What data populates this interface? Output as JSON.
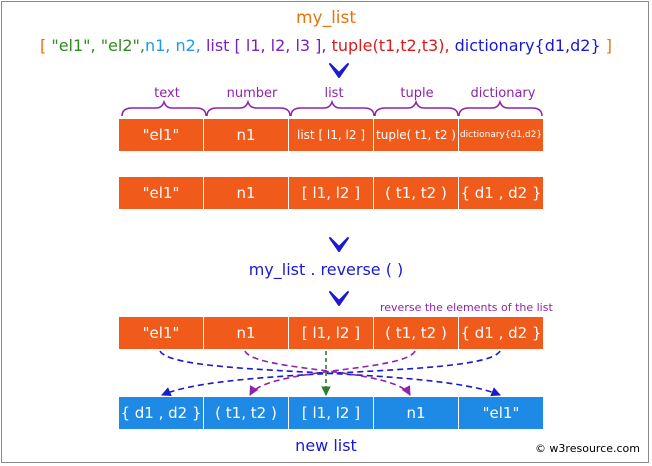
{
  "title": "my_list",
  "declaration": [
    {
      "text": "[ ",
      "color": "#e8740c"
    },
    {
      "text": "\"el1\", \"el2\",",
      "color": "#2e8b1f"
    },
    {
      "text": "n1, n2, ",
      "color": "#1e9be6"
    },
    {
      "text": "list [ l1, l2, l3 ], ",
      "color": "#7a1fc2"
    },
    {
      "text": "tuple(t1,t2,t3), ",
      "color": "#d91a1a"
    },
    {
      "text": "dictionary{d1,d2}",
      "color": "#1a1ad0"
    },
    {
      "text": " ]",
      "color": "#e8740c"
    }
  ],
  "categories": [
    "text",
    "number",
    "list",
    "tuple",
    "dictionary"
  ],
  "row1": [
    "\"el1\"",
    "n1",
    "list [ l1, l2 ]",
    "tuple( t1, t2 )",
    "dictionary{d1,d2}"
  ],
  "row2": [
    "\"el1\"",
    "n1",
    "[ l1, l2 ]",
    "( t1, t2 )",
    "{ d1 , d2 }"
  ],
  "method": "my_list . reverse (  )",
  "note": "reverse the elements of the list",
  "row3": [
    "\"el1\"",
    "n1",
    "[ l1, l2 ]",
    "( t1, t2 )",
    "{ d1 , d2 }"
  ],
  "row4": [
    "{ d1 , d2 }",
    "( t1, t2 )",
    "[ l1, l2 ]",
    "n1",
    "\"el1\""
  ],
  "new_list_label": "new list",
  "credit": "© w3resource.com",
  "colors": {
    "orange_cell": "#f05a1a",
    "blue_cell": "#1e8ae6",
    "arrow_blue": "#1a1ad0",
    "arrow_purple": "#8e24aa",
    "arrow_green": "#2e7d32"
  }
}
